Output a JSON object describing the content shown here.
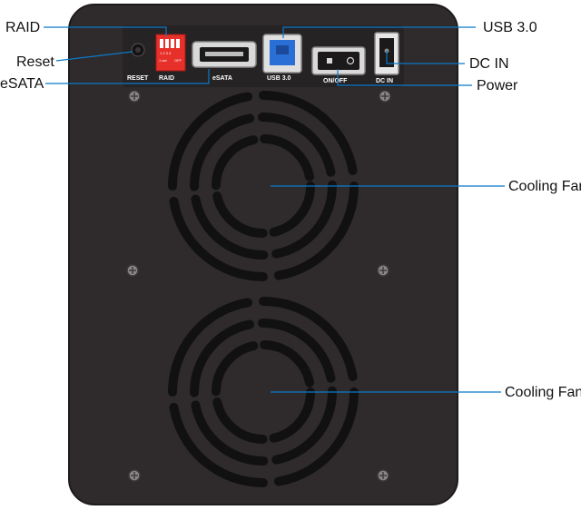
{
  "callouts": {
    "raid": "RAID",
    "reset": "Reset",
    "esata": "eSATA",
    "usb": "USB 3.0",
    "dc_in": "DC IN",
    "power": "Power",
    "fan_top": "Cooling Fan",
    "fan_bottom": "Cooling Fan"
  },
  "panel_labels": {
    "reset": "RESET",
    "raid": "RAID",
    "esata": "eSATA",
    "usb": "USB 3.0",
    "power": "ON/OFF",
    "dc_in": "DC IN"
  },
  "dip_switch": {
    "numbers": "1 2 3 4",
    "mode": "1 set",
    "off": "OFF"
  },
  "colors": {
    "enclosure": "#2f2b2c",
    "enclosure_edge": "#1e1b1c",
    "port_panel": "#222021",
    "dip_switch": "#e8302a",
    "usb_port": "#2a6fd6",
    "leader_line": "#0a79c9"
  }
}
